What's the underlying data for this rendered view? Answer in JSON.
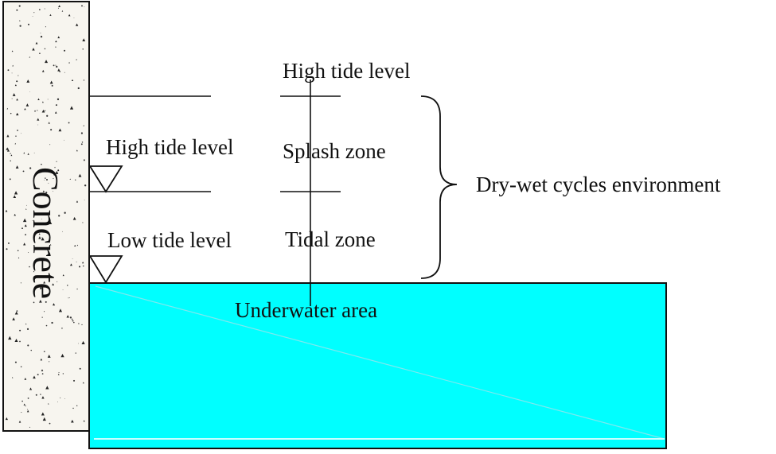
{
  "labels": {
    "concrete": "Concrete",
    "high_tide_top": "High tide level",
    "high_tide_left": "High tide level",
    "low_tide_left": "Low tide level",
    "splash_zone": "Splash zone",
    "tidal_zone": "Tidal zone",
    "underwater_area": "Underwater area",
    "dry_wet": "Dry-wet cycles environment"
  },
  "colors": {
    "water": "#00ffff",
    "concrete_fill": "#f7f5ef",
    "stroke": "#111111"
  }
}
